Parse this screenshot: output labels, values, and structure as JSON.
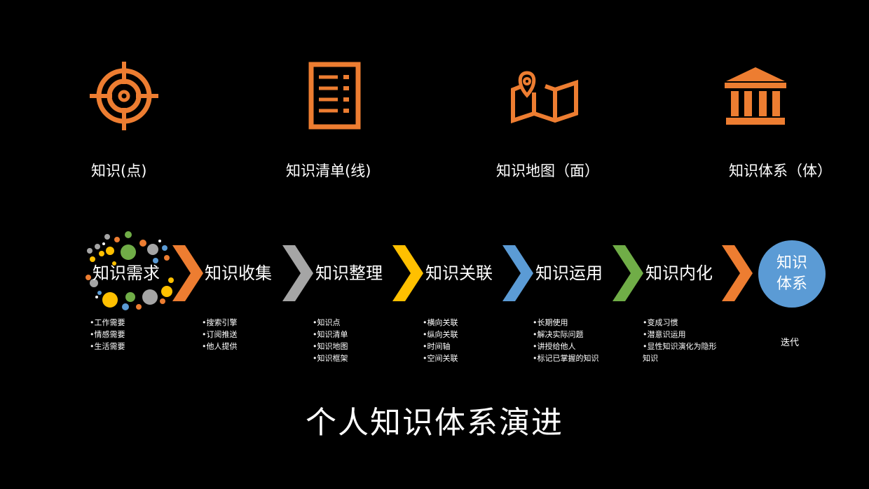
{
  "colors": {
    "icon": "#ed7d31",
    "chevrons": [
      "#ed7d31",
      "#a5a5a5",
      "#ffc000",
      "#5b9bd5",
      "#70ad47",
      "#ed7d31"
    ],
    "final_circle": "#5b9bd5"
  },
  "levels": [
    {
      "icon": "target-icon",
      "label": "知识(点)"
    },
    {
      "icon": "checklist-icon",
      "label": "知识清单(线)"
    },
    {
      "icon": "map-icon",
      "label": "知识地图（面）"
    },
    {
      "icon": "institution-icon",
      "label": "知识体系（体）"
    }
  ],
  "steps": [
    {
      "label": "知识需求",
      "items": [
        "工作需要",
        "情感需要",
        "生活需要"
      ]
    },
    {
      "label": "知识收集",
      "items": [
        "搜索引擎",
        "订阅推送",
        "他人提供"
      ]
    },
    {
      "label": "知识整理",
      "items": [
        "知识点",
        "知识清单",
        "知识地图",
        "知识框架"
      ]
    },
    {
      "label": "知识关联",
      "items": [
        "横向关联",
        "纵向关联",
        "时间轴",
        "空间关联"
      ]
    },
    {
      "label": "知识运用",
      "items": [
        "长期使用",
        "解决实际问题",
        "讲授给他人",
        "标记已掌握的知识"
      ]
    },
    {
      "label": "知识内化",
      "items": [
        "变成习惯",
        "潜意识运用",
        "显性知识演化为隐形知识"
      ]
    }
  ],
  "final": {
    "label": "知识体系",
    "note": "迭代"
  },
  "title": "个人知识体系演进"
}
